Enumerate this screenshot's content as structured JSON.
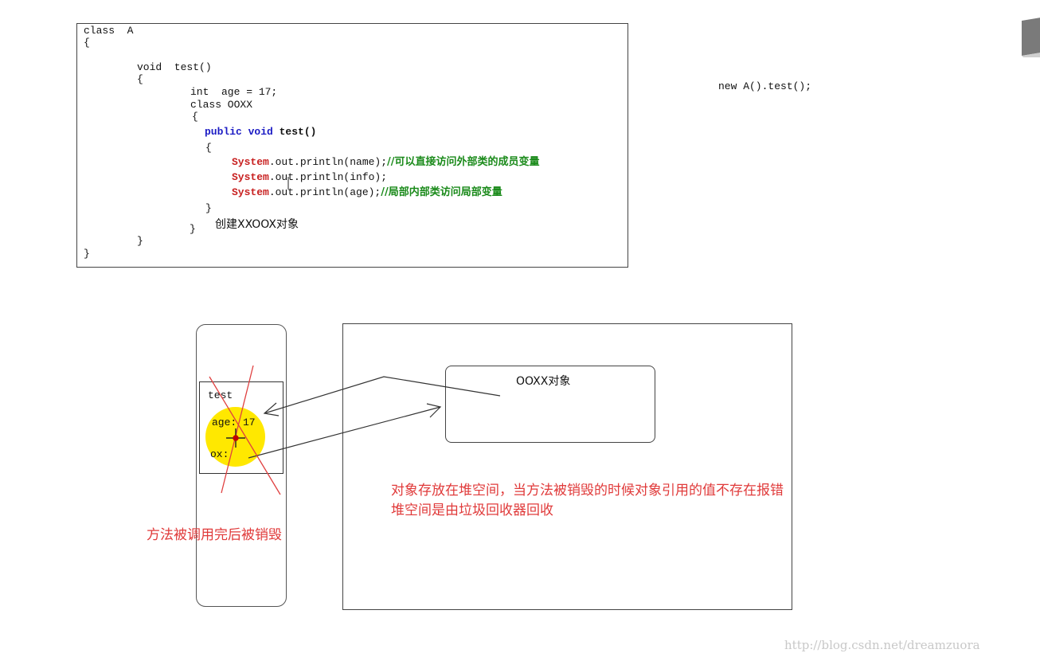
{
  "code": {
    "l1": "class  A",
    "l2": "{",
    "l3": "void  test()",
    "l4": "{",
    "l5": "int  age = 17;",
    "l6": "class OOXX",
    "l7": "{",
    "l8_kw": "public void",
    "l8_rest": " test()",
    "l9": "{",
    "l10_sys": "System",
    "l10_rest": ".out.println(name);",
    "l10_cmt": "//可以直接访问外部类的成员变量",
    "l11_sys": "System",
    "l11_rest": ".out.println(info);",
    "l12_sys": "System",
    "l12_rest": ".out.println(age);",
    "l12_cmt": "//局部内部类访问局部变量",
    "l13": "}",
    "l14": "}",
    "l14_note": "创建XXOOX对象",
    "l15": "}",
    "l16": "}"
  },
  "side_note": "new A().test();",
  "stack_frame": {
    "name": "test",
    "age": "age: 17",
    "ox": "ox:"
  },
  "heap_object_label": "OOXX对象",
  "notes": {
    "heap_note_1": "对象存放在堆空间，当方法被销毁的时候对象引用的值不存在报错",
    "heap_note_2": "堆空间是由垃圾回收器回收",
    "stack_note": "方法被调用完后被销毁"
  },
  "watermark": "http://blog.csdn.net/dreamzuora",
  "colors": {
    "keyword": "#1b1bc4",
    "system": "#c82020",
    "comment": "#1a8a1a",
    "note": "#e03a3a",
    "highlight": "#ffe800"
  }
}
